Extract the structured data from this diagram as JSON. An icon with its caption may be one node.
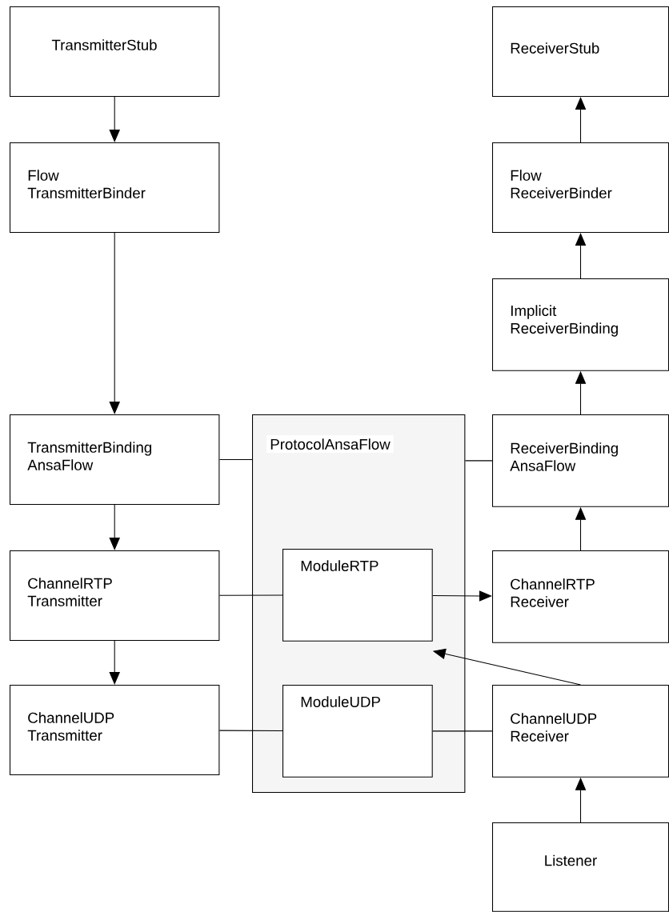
{
  "diagram": {
    "nodes": [
      {
        "text": [
          "TransmitterStub"
        ]
      },
      {
        "text": [
          "Flow TransmitterBinder"
        ]
      },
      {
        "text": [
          "TransmitterBinding AnsaFlow"
        ]
      },
      {
        "text": [
          "ChannelRTP Transmitter"
        ]
      },
      {
        "text": [
          "ChannelUDP Transmitter"
        ]
      },
      {
        "text": [
          "ProtocolAnsaFlow"
        ]
      },
      {
        "text": [
          "ModuleRTP"
        ],
        "in": 5
      },
      {
        "text": [
          "ModuleUDP"
        ],
        "in": 5
      },
      {
        "text": [
          "ReceiverStub"
        ]
      },
      {
        "text": [
          "Flow ReceiverBinder"
        ]
      },
      {
        "text": [
          "Implicit ReceiverBinding"
        ]
      },
      {
        "text": [
          "ReceiverBinding AnsaFlow"
        ]
      },
      {
        "text": [
          "ChannelRTP Receiver"
        ]
      },
      {
        "text": [
          "ChannelUDP Receiver"
        ]
      },
      {
        "text": [
          "Listener"
        ]
      }
    ],
    "edges": [
      {
        "from": 0,
        "to": 1,
        "arrow": "to"
      },
      {
        "from": 1,
        "to": 2,
        "arrow": "to"
      },
      {
        "from": 2,
        "to": 3,
        "arrow": "to"
      },
      {
        "from": 3,
        "to": 4,
        "arrow": "to"
      },
      {
        "from": 2,
        "to": 5,
        "arrow": "none"
      },
      {
        "from": 11,
        "to": 5,
        "arrow": "none"
      },
      {
        "from": 3,
        "to": 6,
        "arrow": "none"
      },
      {
        "from": 6,
        "to": 12,
        "arrow": "to"
      },
      {
        "from": 13,
        "to": 6,
        "arrow": "to"
      },
      {
        "from": 4,
        "to": 7,
        "arrow": "none"
      },
      {
        "from": 7,
        "to": 13,
        "arrow": "none"
      },
      {
        "from": 12,
        "to": 11,
        "arrow": "to"
      },
      {
        "from": 11,
        "to": 10,
        "arrow": "to"
      },
      {
        "from": 10,
        "to": 9,
        "arrow": "to"
      },
      {
        "from": 9,
        "to": 8,
        "arrow": "to"
      },
      {
        "from": 14,
        "to": 13,
        "arrow": "to"
      }
    ]
  }
}
